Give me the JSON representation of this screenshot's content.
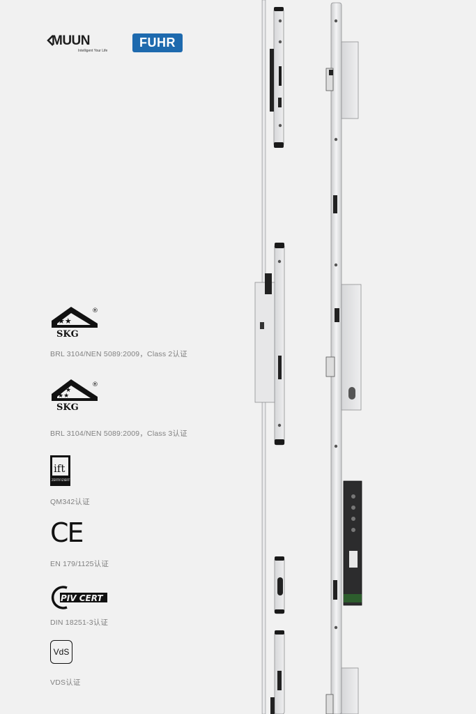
{
  "brands": {
    "muun": {
      "name": "MUUN",
      "tagline": "Intelligent Your Life"
    },
    "fuhr": {
      "name": "FUHR",
      "color": "#1e6aae"
    }
  },
  "certifications": [
    {
      "mark": "SKG",
      "caption": "BRL 3104/NEN 5089:2009，Class 2认证",
      "stars": 2,
      "registered": "®"
    },
    {
      "mark": "SKG",
      "caption": "BRL 3104/NEN 5089:2009，Class 3认证",
      "stars": 3,
      "registered": "®"
    },
    {
      "mark": "ift",
      "caption": "QM342认证",
      "subtext": "ZERTIFIZIERT"
    },
    {
      "mark": "CE",
      "caption": "EN 179/1125认证"
    },
    {
      "mark": "PIV CERT",
      "caption": "DIN 18251-3认证"
    },
    {
      "mark": "VdS",
      "caption": "VDS认证"
    }
  ],
  "colors": {
    "background": "#f1f1f1",
    "metal": "#d9dadc",
    "dark": "#1a1a1a"
  }
}
